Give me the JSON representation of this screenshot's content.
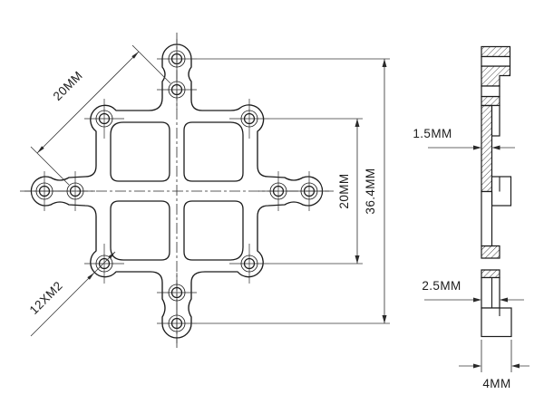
{
  "front_view": {
    "dim_diagonal_pitch": "20MM",
    "dim_hole_callout": "12XM2",
    "dim_vertical_pitch": "20MM",
    "dim_overall_height": "36.4MM"
  },
  "side_view": {
    "dim_plate_thickness": "1.5MM",
    "dim_step_thickness": "2.5MM",
    "dim_overall_width": "4MM"
  },
  "colors": {
    "line": "#1c1c1c",
    "dim_line": "#3a3a3a",
    "background": "#ffffff"
  }
}
